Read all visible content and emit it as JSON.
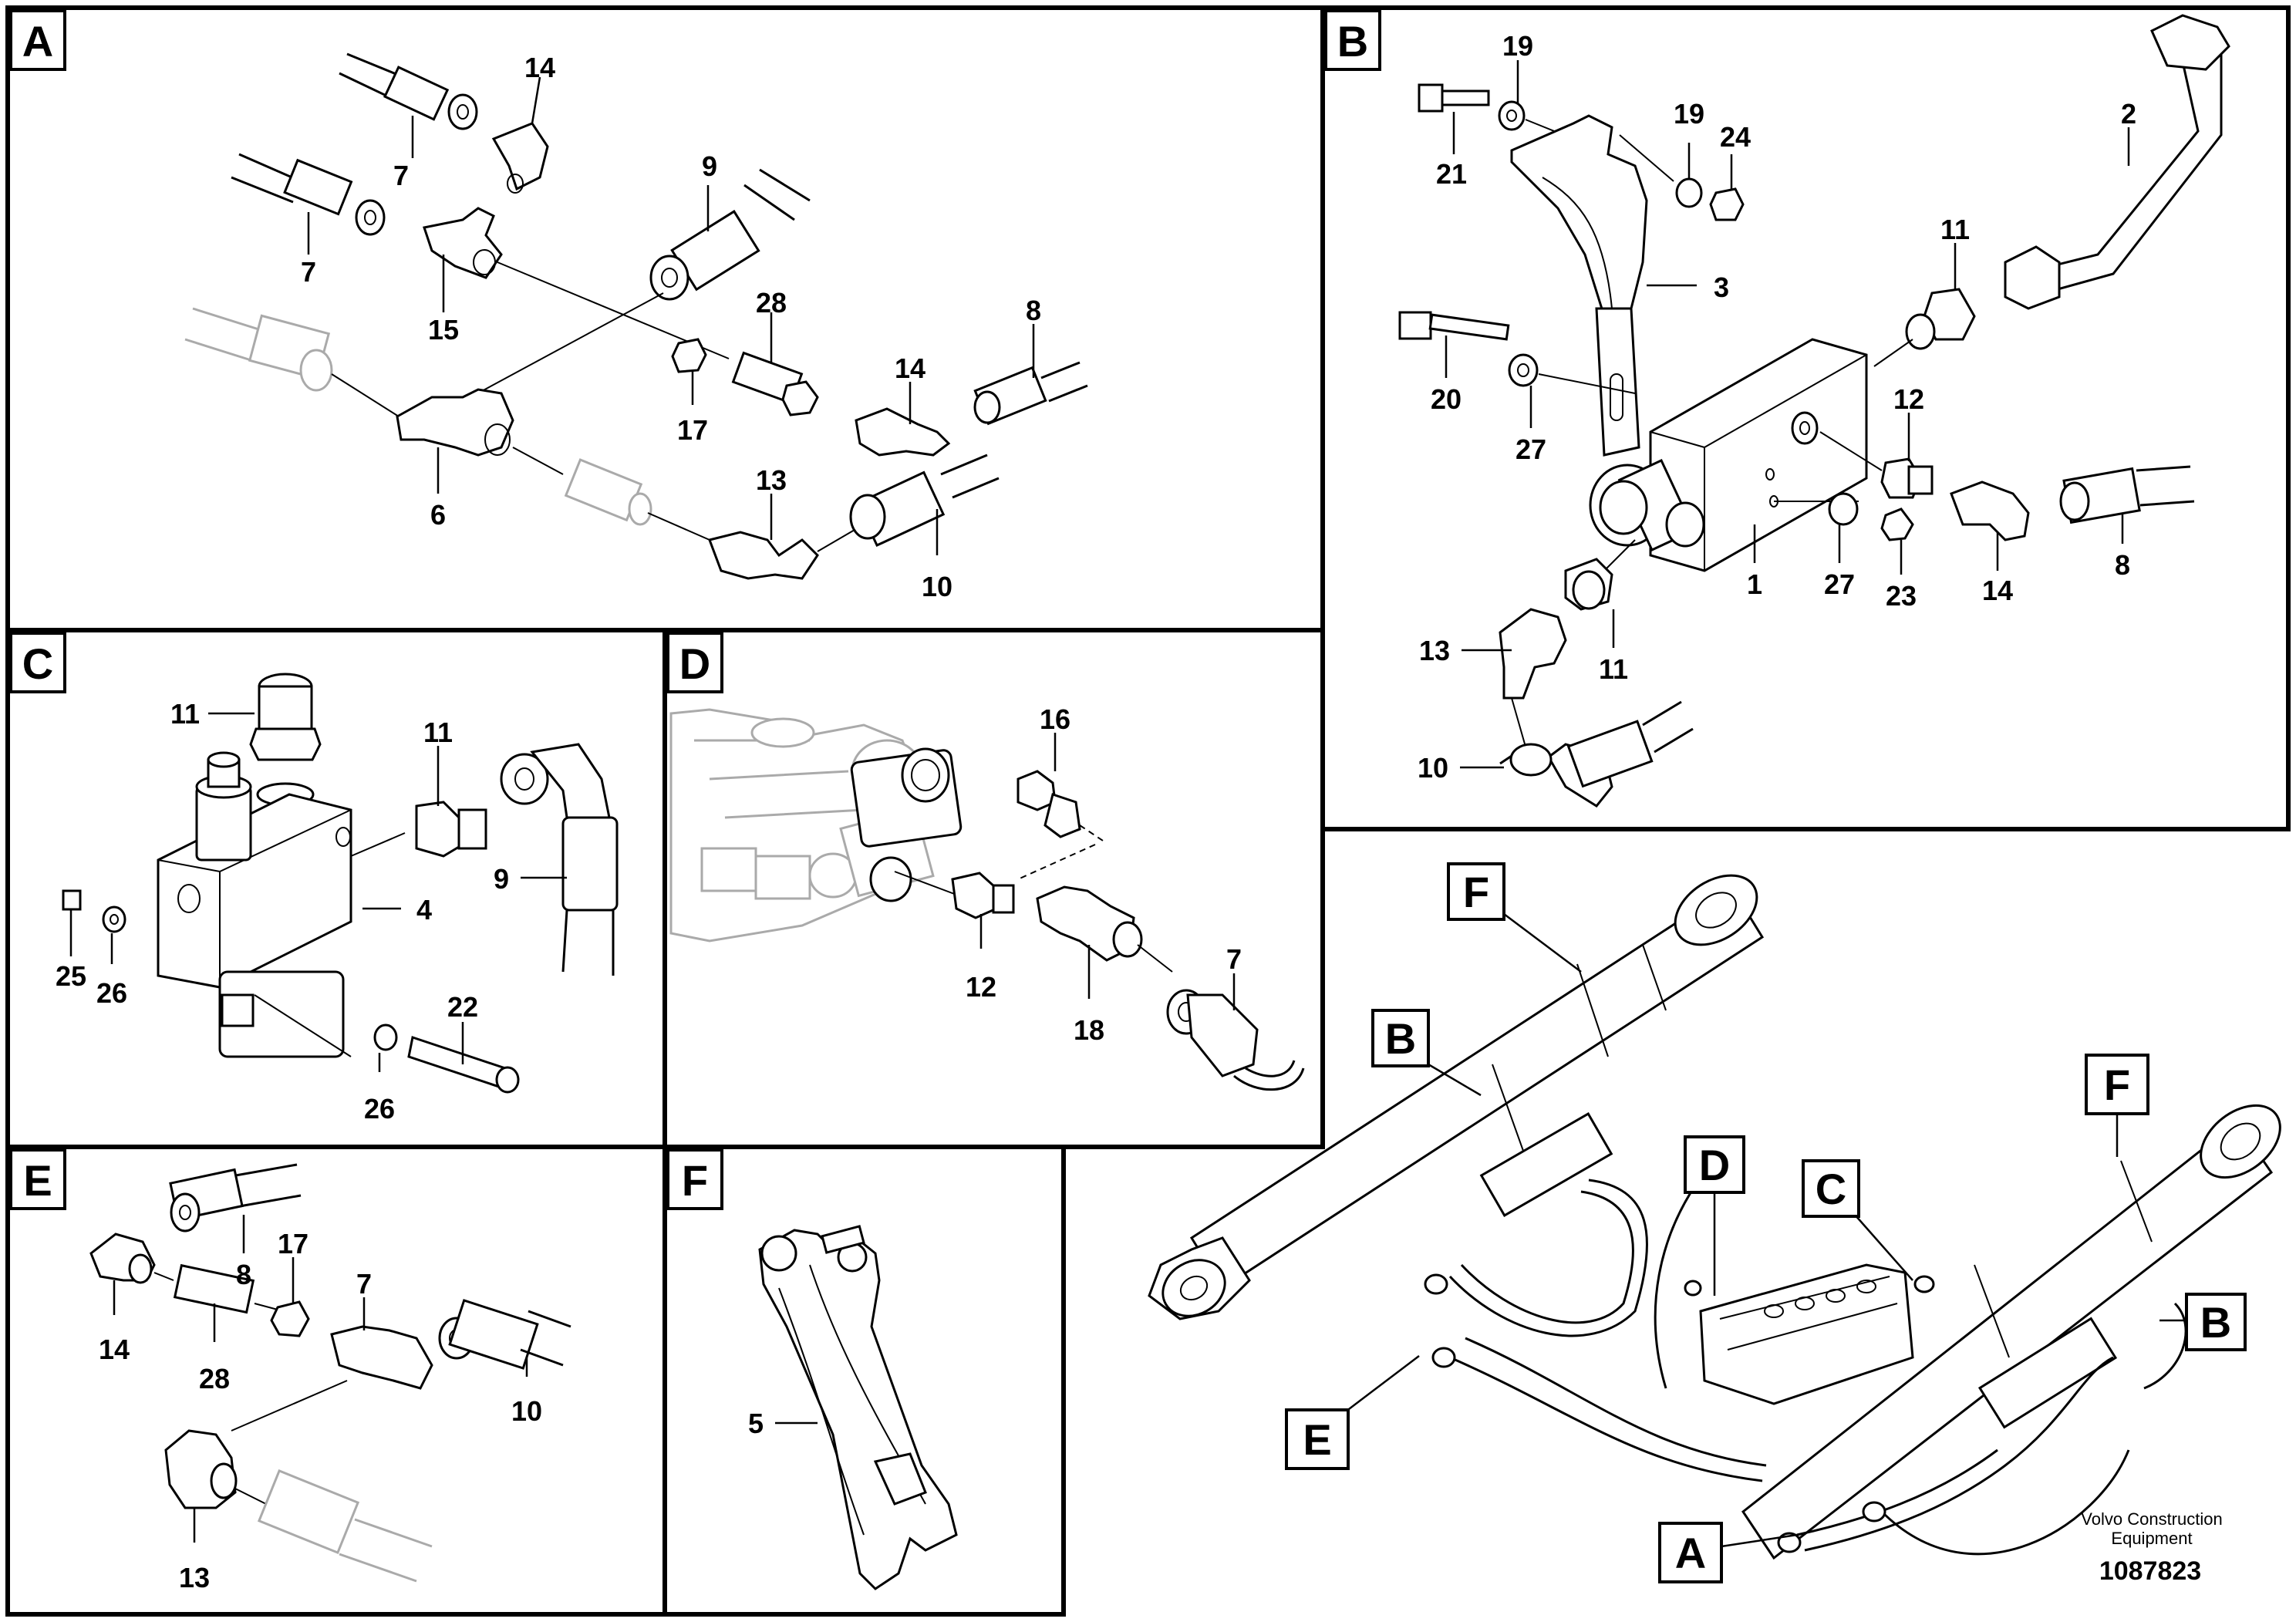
{
  "panels": {
    "A": {
      "label": "A",
      "callouts": [
        "14",
        "7",
        "7",
        "15",
        "9",
        "28",
        "8",
        "14",
        "17",
        "6",
        "13",
        "10"
      ]
    },
    "B": {
      "label": "B",
      "callouts": [
        "19",
        "19",
        "24",
        "21",
        "2",
        "3",
        "11",
        "20",
        "27",
        "12",
        "1",
        "27",
        "23",
        "14",
        "8",
        "13",
        "11",
        "10"
      ]
    },
    "C": {
      "label": "C",
      "callouts": [
        "11",
        "11",
        "4",
        "9",
        "25",
        "26",
        "22",
        "26"
      ]
    },
    "D": {
      "label": "D",
      "callouts": [
        "16",
        "12",
        "18",
        "7"
      ]
    },
    "E": {
      "label": "E",
      "callouts": [
        "8",
        "17",
        "7",
        "14",
        "28",
        "10",
        "13"
      ]
    },
    "F": {
      "label": "F",
      "callouts": [
        "5"
      ]
    },
    "overview": {
      "tags": [
        "F",
        "B",
        "F",
        "D",
        "C",
        "B",
        "E",
        "A"
      ]
    }
  },
  "footer": {
    "company_line1": "Volvo Construction",
    "company_line2": "Equipment",
    "drawing_number": "1087823"
  }
}
